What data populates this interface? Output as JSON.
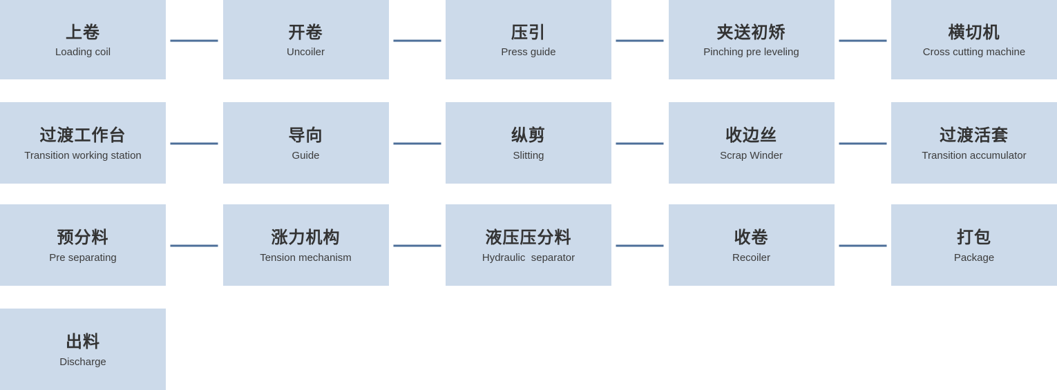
{
  "flow": {
    "colors": {
      "page_bg": "#ffffff",
      "box_bg": "#ccdaea",
      "connector": "#4d6f99",
      "title_text": "#333333",
      "subtitle_text": "#3c3c3c"
    },
    "rows": [
      {
        "steps": [
          {
            "title": "上卷",
            "subtitle": "Loading coil"
          },
          {
            "title": "开卷",
            "subtitle": "Uncoiler"
          },
          {
            "title": "压引",
            "subtitle": "Press guide"
          },
          {
            "title": "夹送初矫",
            "subtitle": "Pinching pre leveling"
          },
          {
            "title": "横切机",
            "subtitle": "Cross cutting machine"
          }
        ]
      },
      {
        "steps": [
          {
            "title": "过渡工作台",
            "subtitle": "Transition working station"
          },
          {
            "title": "导向",
            "subtitle": "Guide"
          },
          {
            "title": "纵剪",
            "subtitle": "Slitting"
          },
          {
            "title": "收边丝",
            "subtitle": "Scrap Winder"
          },
          {
            "title": "过渡活套",
            "subtitle": "Transition accumulator"
          }
        ]
      },
      {
        "steps": [
          {
            "title": "预分料",
            "subtitle": "Pre separating"
          },
          {
            "title": "涨力机构",
            "subtitle": "Tension mechanism"
          },
          {
            "title": "液压压分料",
            "subtitle": "Hydraulic  separator"
          },
          {
            "title": "收卷",
            "subtitle": "Recoiler"
          },
          {
            "title": "打包",
            "subtitle": "Package"
          }
        ]
      },
      {
        "steps": [
          {
            "title": "出料",
            "subtitle": "Discharge"
          }
        ]
      }
    ]
  }
}
